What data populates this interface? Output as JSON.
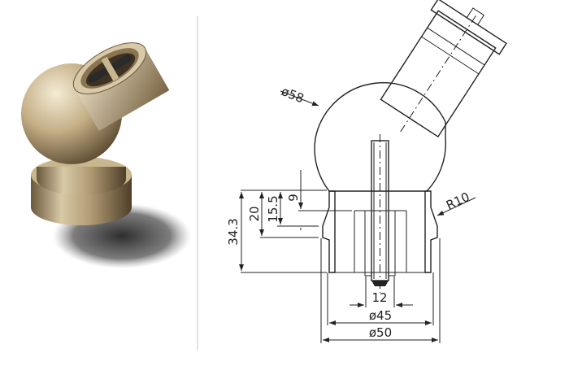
{
  "drawing": {
    "dimensions": {
      "ball_diameter": "ø58",
      "radius": "R10",
      "total_height": "34.3",
      "height_20": "20",
      "height_15_5": "15.5",
      "height_9": "9",
      "bolt_width": "12",
      "inner_diameter": "ø45",
      "outer_diameter": "ø50"
    }
  },
  "colors": {
    "bronze_light": "#e8dcc0",
    "bronze_mid": "#b8a27a",
    "bronze_dark": "#5a4a32",
    "line": "#222222",
    "divider": "#d8d8d8"
  }
}
